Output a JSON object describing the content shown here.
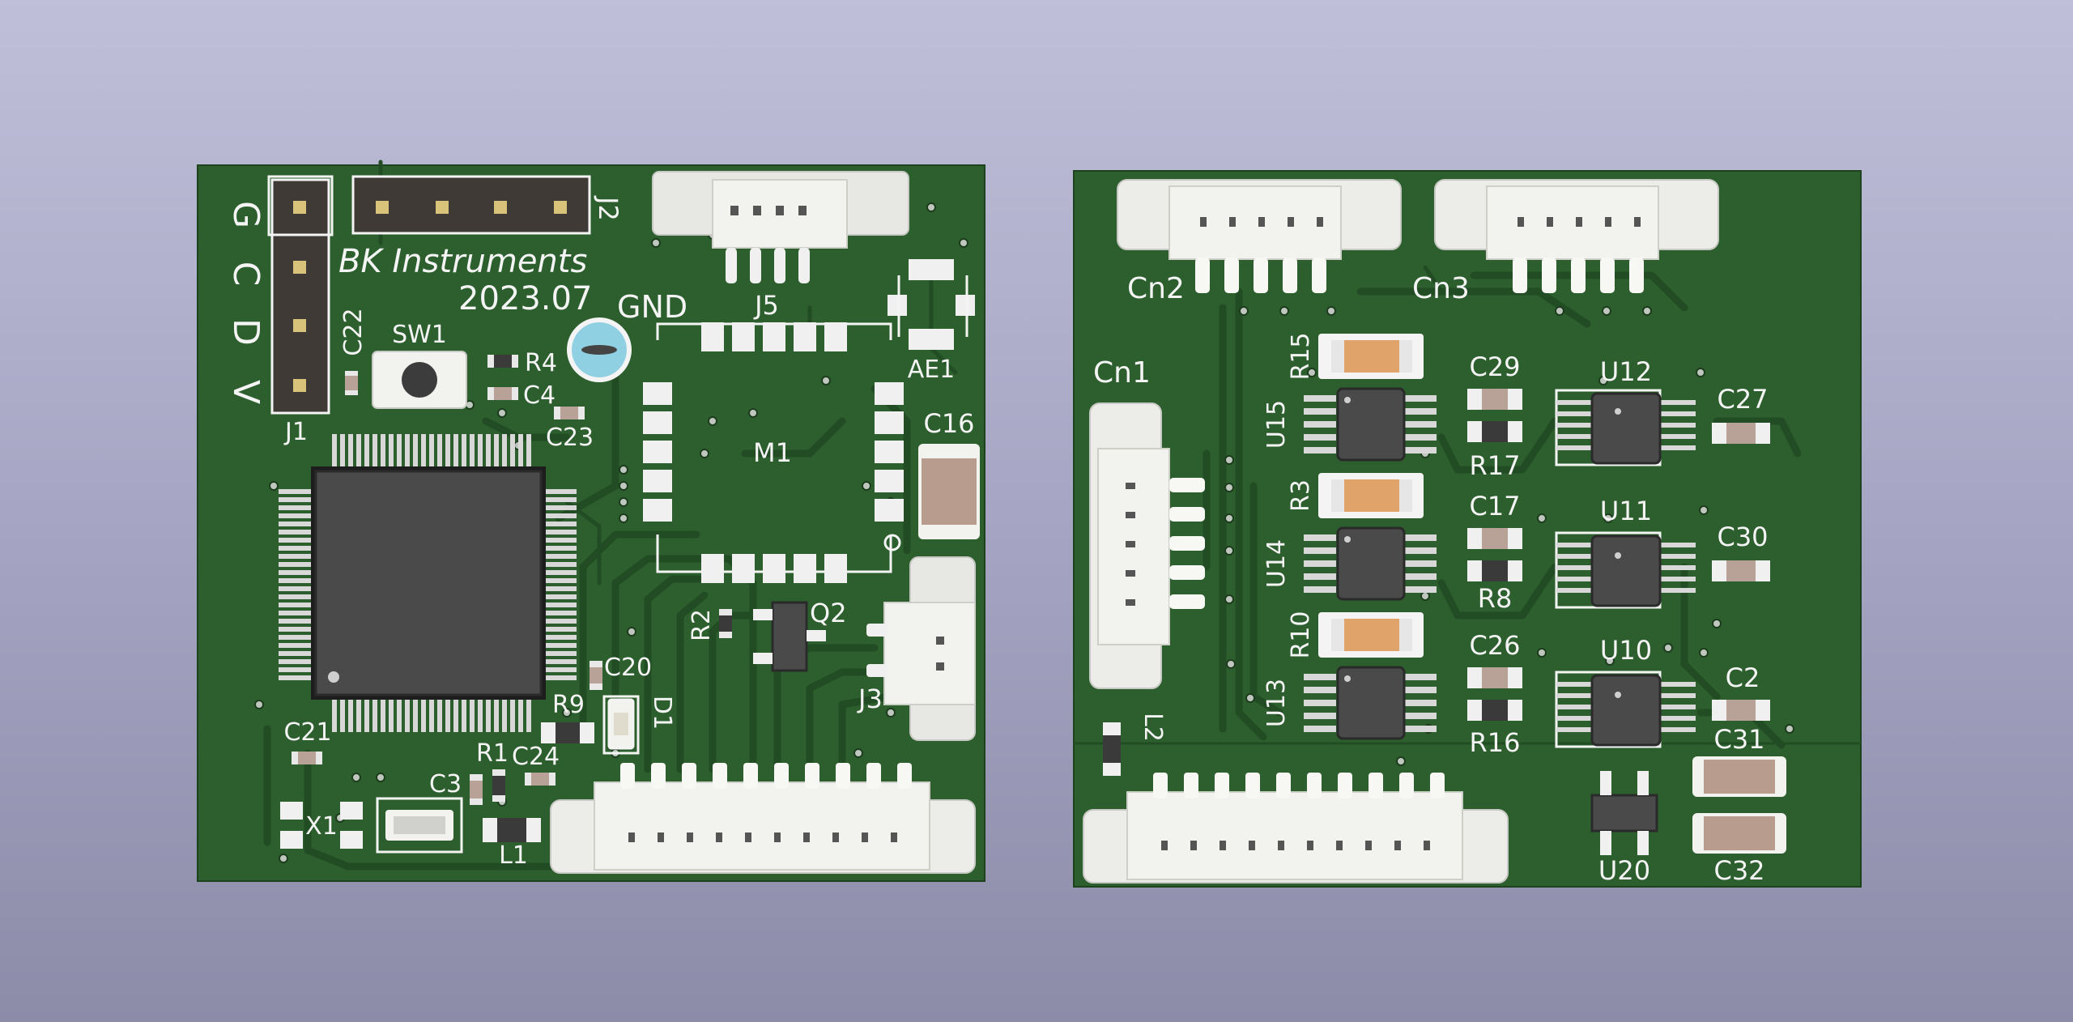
{
  "board_left": {
    "brand": "BK Instruments",
    "date": "2023.07",
    "gnd": "GND",
    "pin_labels": [
      "G",
      "C",
      "D",
      "V"
    ],
    "refs": {
      "J1": "J1",
      "J2": "J2",
      "J3": "J3",
      "J5": "J5",
      "SW1": "SW1",
      "R4": "R4",
      "C4": "C4",
      "C23": "C23",
      "C22": "C22",
      "M1": "M1",
      "AE1": "AE1",
      "C16": "C16",
      "Q2": "Q2",
      "R2": "R2",
      "C20": "C20",
      "D1": "D1",
      "R9": "R9",
      "C21": "C21",
      "R1": "R1",
      "C24": "C24",
      "C3": "C3",
      "X1": "X1",
      "L1": "L1"
    }
  },
  "board_right": {
    "refs": {
      "Cn1": "Cn1",
      "Cn2": "Cn2",
      "Cn3": "Cn3",
      "R15": "R15",
      "U15": "U15",
      "R3": "R3",
      "U14": "U14",
      "R10": "R10",
      "U13": "U13",
      "C29": "C29",
      "R17": "R17",
      "C17": "C17",
      "R8": "R8",
      "C26": "C26",
      "R16": "R16",
      "U12": "U12",
      "U11": "U11",
      "U10": "U10",
      "C27": "C27",
      "C30": "C30",
      "C2": "C2",
      "C31": "C31",
      "C32": "C32",
      "L2": "L2",
      "U20": "U20"
    }
  },
  "colors": {
    "background_top": "#bfbfd9",
    "background_bottom": "#8c8ca9",
    "soldermask": "#2c5f2d",
    "silkscreen": "#f4f4f4"
  }
}
